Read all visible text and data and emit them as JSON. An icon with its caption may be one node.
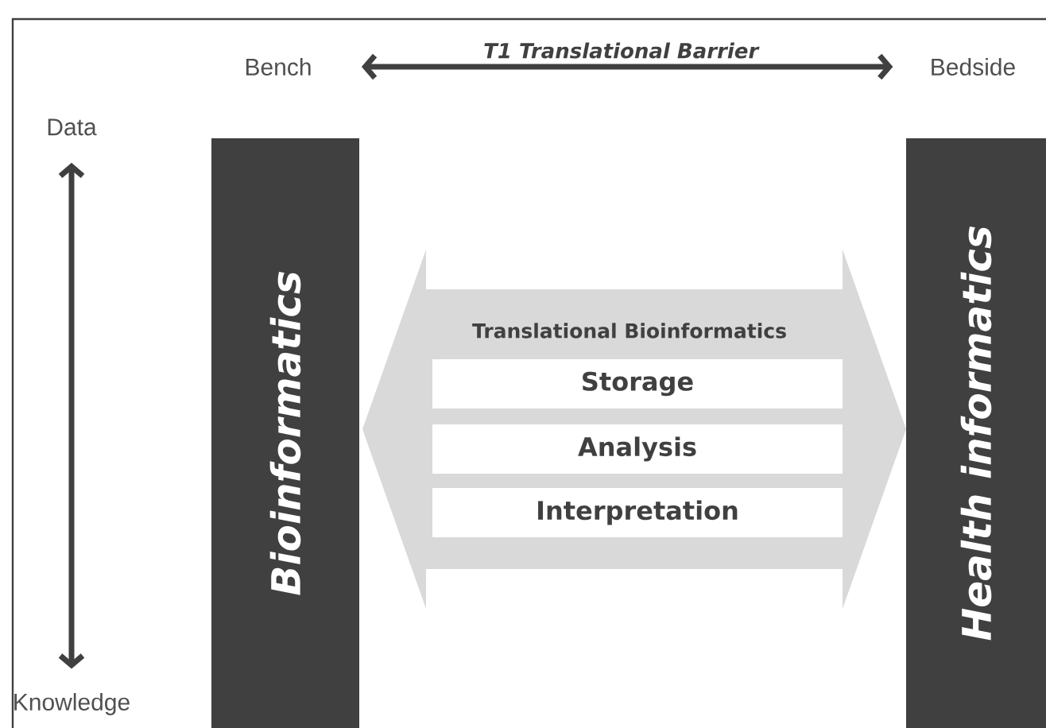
{
  "diagram": {
    "nodes": [
      {
        "text": [
          "Bench"
        ]
      },
      {
        "text": [
          "Bedside"
        ]
      },
      {
        "text": [
          "Data"
        ]
      },
      {
        "text": [
          "Knowledge"
        ]
      },
      {
        "text": [
          "Bioinformatics"
        ]
      },
      {
        "text": [
          "Health informatics"
        ]
      },
      {
        "text": [
          "Translational Bioinformatics"
        ]
      },
      {
        "text": [
          "Storage"
        ],
        "in": 6
      },
      {
        "text": [
          "Analysis"
        ],
        "in": 6
      },
      {
        "text": [
          "Interpretation"
        ],
        "in": 6
      }
    ],
    "edges": [
      {
        "from": 0,
        "to": 1,
        "arrow": "both",
        "label": "T1 Translational Barrier"
      },
      {
        "from": 2,
        "to": 3,
        "arrow": "both"
      }
    ]
  }
}
